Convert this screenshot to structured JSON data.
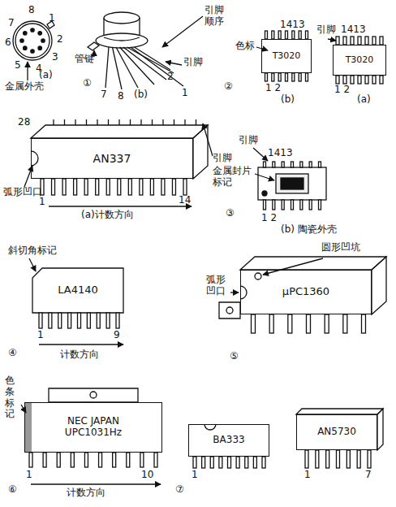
{
  "diagram": {
    "nodes": [
      {
        "text": [
          "T3020"
        ]
      },
      {
        "text": [
          "T3020"
        ]
      },
      {
        "text": [
          "AN337"
        ]
      },
      {
        "text": [
          "LA4140"
        ]
      },
      {
        "text": [
          "μPC1360"
        ]
      },
      {
        "text": [
          "NEC JAPAN UPC1031Hz"
        ]
      },
      {
        "text": [
          "BA333"
        ]
      },
      {
        "text": [
          "AN5730"
        ]
      }
    ],
    "labels": [
      "7",
      "8",
      "1",
      "2",
      "6",
      "3",
      "5",
      "4",
      "金属外壳",
      "(a)",
      "引脚顺序",
      "管键",
      "引脚",
      "7",
      "8",
      "1",
      "2",
      "(b)",
      "①",
      "1413",
      "色标",
      "1 2",
      "(b)",
      "1413",
      "引脚",
      "1 2",
      "(a)",
      "②",
      "28",
      "引脚",
      "弧形凹口",
      "1",
      "14",
      "(a)计数方向",
      "③",
      "引脚",
      "1413",
      "金属封片标记",
      "1 2",
      "(b) 陶瓷外壳",
      "斜切角标记",
      "1",
      "9",
      "计数方向",
      "④",
      "圆形凹坑",
      "弧形凹口",
      "⑤",
      "色条标记",
      "1",
      "10",
      "计数方向",
      "⑥",
      "1",
      "1",
      "7",
      "⑦"
    ]
  }
}
